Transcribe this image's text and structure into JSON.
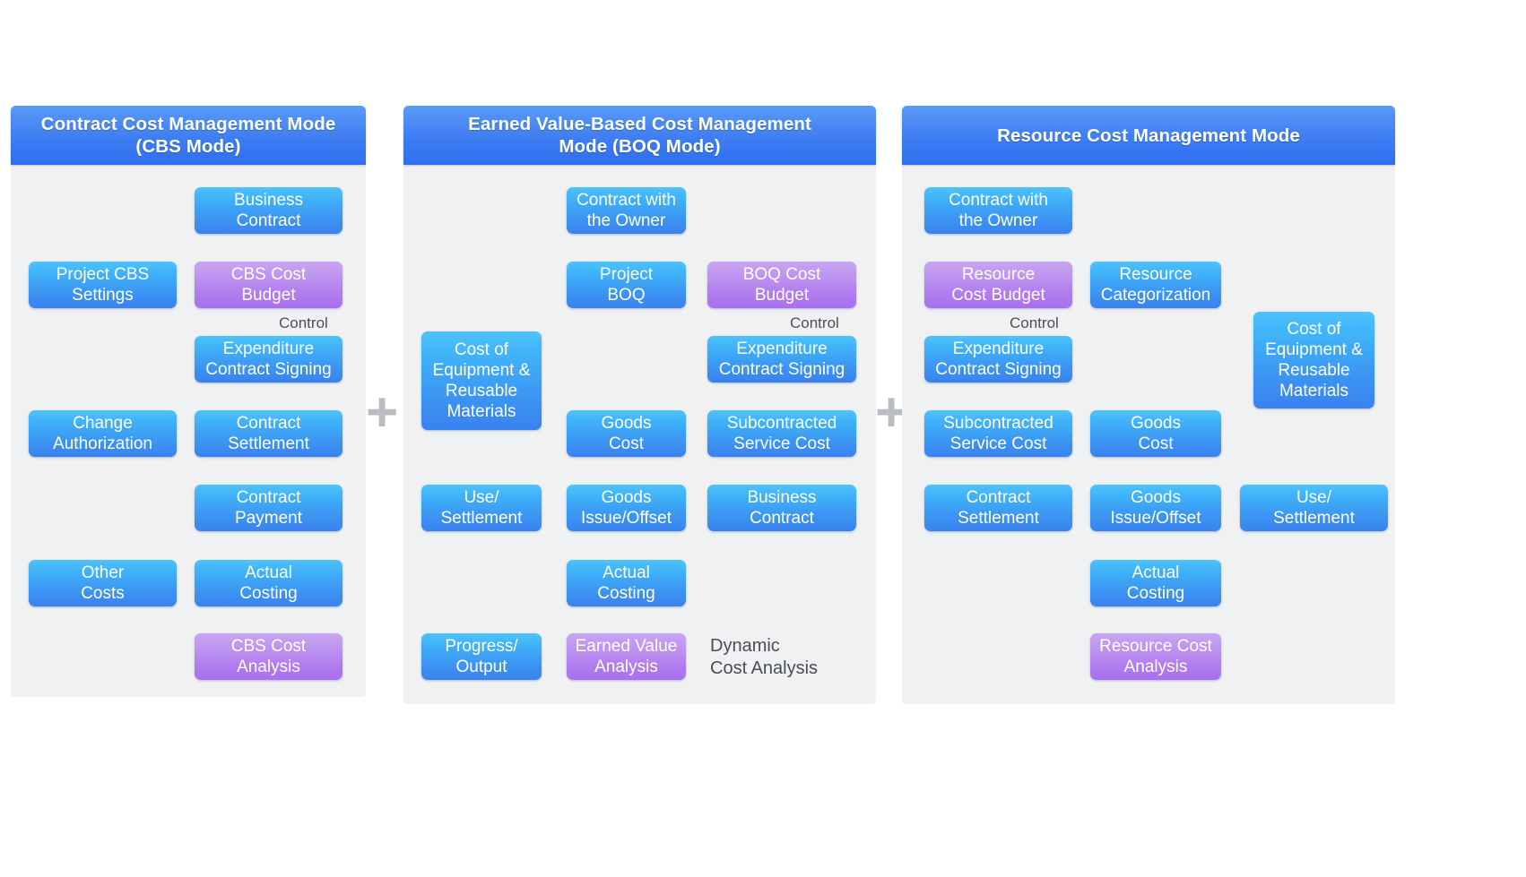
{
  "diagram": {
    "title_present": false,
    "separators": [
      "+",
      "+"
    ],
    "colors": {
      "header_blue": "#3f7df2",
      "node_blue": "#40b4f9",
      "node_purple": "#b07cee",
      "panel_bg": "#eff1f3",
      "connector_gray": "#9aa0a6",
      "plus_gray": "#b9bdc3"
    }
  },
  "panels": [
    {
      "id": "cbs",
      "title": "Contract Cost Management Mode\n(CBS Mode)",
      "title_line1": "Contract Cost Management Mode",
      "title_line2": "(CBS Mode)",
      "nodes": [
        {
          "id": "p1-business-contract",
          "label": "Business\nContract",
          "line1": "Business",
          "line2": "Contract",
          "color": "blue"
        },
        {
          "id": "p1-project-cbs-settings",
          "label": "Project CBS\nSettings",
          "line1": "Project CBS",
          "line2": "Settings",
          "color": "blue"
        },
        {
          "id": "p1-cbs-cost-budget",
          "label": "CBS Cost\nBudget",
          "line1": "CBS Cost",
          "line2": "Budget",
          "color": "purple"
        },
        {
          "id": "p1-expenditure-contract-signing",
          "label": "Expenditure\nContract Signing",
          "line1": "Expenditure",
          "line2": "Contract Signing",
          "color": "blue"
        },
        {
          "id": "p1-change-authorization",
          "label": "Change\nAuthorization",
          "line1": "Change",
          "line2": "Authorization",
          "color": "blue"
        },
        {
          "id": "p1-contract-settlement",
          "label": "Contract\nSettlement",
          "line1": "Contract",
          "line2": "Settlement",
          "color": "blue"
        },
        {
          "id": "p1-contract-payment",
          "label": "Contract\nPayment",
          "line1": "Contract",
          "line2": "Payment",
          "color": "blue"
        },
        {
          "id": "p1-other-costs",
          "label": "Other\nCosts",
          "line1": "Other",
          "line2": "Costs",
          "color": "blue"
        },
        {
          "id": "p1-actual-costing",
          "label": "Actual\nCosting",
          "line1": "Actual",
          "line2": "Costing",
          "color": "blue"
        },
        {
          "id": "p1-cbs-cost-analysis",
          "label": "CBS Cost\nAnalysis",
          "line1": "CBS Cost",
          "line2": "Analysis",
          "color": "purple"
        }
      ],
      "edge_labels": [
        "Control"
      ]
    },
    {
      "id": "boq",
      "title": "Earned Value-Based Cost Management\nMode (BOQ Mode)",
      "title_line1": "Earned Value-Based Cost Management",
      "title_line2": "Mode (BOQ Mode)",
      "nodes": [
        {
          "id": "p2-contract-with-owner",
          "label": "Contract with\nthe Owner",
          "line1": "Contract with",
          "line2": "the Owner",
          "color": "blue"
        },
        {
          "id": "p2-project-boq",
          "label": "Project\nBOQ",
          "line1": "Project",
          "line2": "BOQ",
          "color": "blue"
        },
        {
          "id": "p2-boq-cost-budget",
          "label": "BOQ Cost\nBudget",
          "line1": "BOQ Cost",
          "line2": "Budget",
          "color": "purple"
        },
        {
          "id": "p2-cost-of-equipment",
          "label": "Cost of\nEquipment &\nReusable\nMaterials",
          "line1": "Cost of",
          "line2": "Equipment &",
          "line3": "Reusable",
          "line4": "Materials",
          "color": "blue"
        },
        {
          "id": "p2-expenditure-contract-signing",
          "label": "Expenditure\nContract Signing",
          "line1": "Expenditure",
          "line2": "Contract Signing",
          "color": "blue"
        },
        {
          "id": "p2-goods-cost",
          "label": "Goods\nCost",
          "line1": "Goods",
          "line2": "Cost",
          "color": "blue"
        },
        {
          "id": "p2-subcontracted-service-cost",
          "label": "Subcontracted\nService Cost",
          "line1": "Subcontracted",
          "line2": "Service Cost",
          "color": "blue"
        },
        {
          "id": "p2-use-settlement",
          "label": "Use/\nSettlement",
          "line1": "Use/",
          "line2": "Settlement",
          "color": "blue"
        },
        {
          "id": "p2-goods-issue-offset",
          "label": "Goods\nIssue/Offset",
          "line1": "Goods",
          "line2": "Issue/Offset",
          "color": "blue"
        },
        {
          "id": "p2-business-contract",
          "label": "Business\nContract",
          "line1": "Business",
          "line2": "Contract",
          "color": "blue"
        },
        {
          "id": "p2-actual-costing",
          "label": "Actual\nCosting",
          "line1": "Actual",
          "line2": "Costing",
          "color": "blue"
        },
        {
          "id": "p2-progress-output",
          "label": "Progress/\nOutput",
          "line1": "Progress/",
          "line2": "Output",
          "color": "blue"
        },
        {
          "id": "p2-earned-value-analysis",
          "label": "Earned Value\nAnalysis",
          "line1": "Earned Value",
          "line2": "Analysis",
          "color": "purple"
        }
      ],
      "edge_labels": [
        "Control"
      ],
      "free_labels": [
        {
          "id": "p2-dynamic-cost-analysis",
          "line1": "Dynamic",
          "line2": "Cost Analysis"
        }
      ]
    },
    {
      "id": "resource",
      "title": "Resource Cost Management Mode",
      "title_line1": "Resource Cost Management Mode",
      "title_line2": "",
      "nodes": [
        {
          "id": "p3-contract-with-owner",
          "label": "Contract with\nthe Owner",
          "line1": "Contract with",
          "line2": "the Owner",
          "color": "blue"
        },
        {
          "id": "p3-resource-cost-budget",
          "label": "Resource\nCost Budget",
          "line1": "Resource",
          "line2": "Cost Budget",
          "color": "purple"
        },
        {
          "id": "p3-resource-categorization",
          "label": "Resource\nCategorization",
          "line1": "Resource",
          "line2": "Categorization",
          "color": "blue"
        },
        {
          "id": "p3-expenditure-contract-signing",
          "label": "Expenditure\nContract Signing",
          "line1": "Expenditure",
          "line2": "Contract Signing",
          "color": "blue"
        },
        {
          "id": "p3-cost-of-equipment",
          "label": "Cost of\nEquipment &\nReusable\nMaterials",
          "line1": "Cost of",
          "line2": "Equipment &",
          "line3": "Reusable",
          "line4": "Materials",
          "color": "blue"
        },
        {
          "id": "p3-subcontracted-service-cost",
          "label": "Subcontracted\nService Cost",
          "line1": "Subcontracted",
          "line2": "Service Cost",
          "color": "blue"
        },
        {
          "id": "p3-goods-cost",
          "label": "Goods\nCost",
          "line1": "Goods",
          "line2": "Cost",
          "color": "blue"
        },
        {
          "id": "p3-contract-settlement",
          "label": "Contract\nSettlement",
          "line1": "Contract",
          "line2": "Settlement",
          "color": "blue"
        },
        {
          "id": "p3-goods-issue-offset",
          "label": "Goods\nIssue/Offset",
          "line1": "Goods",
          "line2": "Issue/Offset",
          "color": "blue"
        },
        {
          "id": "p3-use-settlement",
          "label": "Use/\nSettlement",
          "line1": "Use/",
          "line2": "Settlement",
          "color": "blue"
        },
        {
          "id": "p3-actual-costing",
          "label": "Actual\nCosting",
          "line1": "Actual",
          "line2": "Costing",
          "color": "blue"
        },
        {
          "id": "p3-resource-cost-analysis",
          "label": "Resource Cost\nAnalysis",
          "line1": "Resource Cost",
          "line2": "Analysis",
          "color": "purple"
        }
      ],
      "edge_labels": [
        "Control"
      ]
    }
  ]
}
